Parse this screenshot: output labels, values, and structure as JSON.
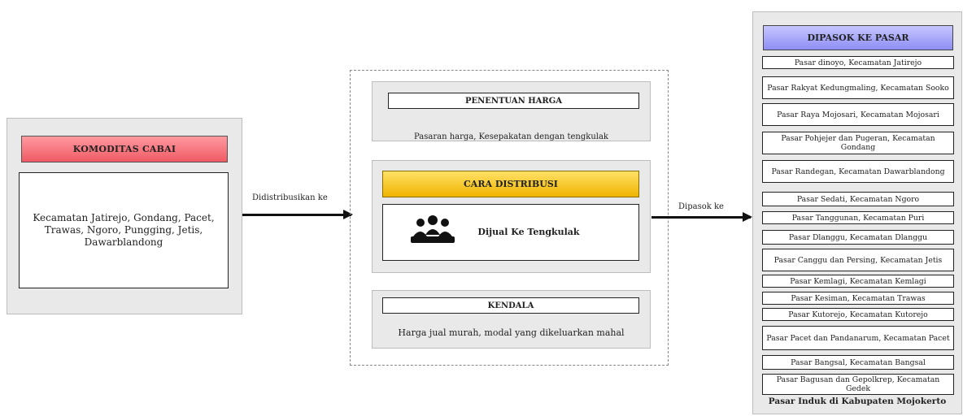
{
  "left": {
    "title": "KOMODITAS CABAI",
    "regions": "Kecamatan Jatirejo, Gondang, Pacet, Trawas, Ngoro, Pungging, Jetis, Dawarblandong"
  },
  "arrow_left_label": "Didistribusikan ke",
  "arrow_right_label": "Dipasok ke",
  "center": {
    "harga_title": "PENENTUAN HARGA",
    "harga_text": "Pasaran harga, Kesepakatan dengan tengkulak",
    "distribusi_title": "CARA DISTRIBUSI",
    "distribusi_text": "Dijual Ke Tengkulak",
    "distribusi_icon": "group-of-people-icon",
    "kendala_title": "KENDALA",
    "kendala_text": "Harga jual murah, modal yang dikeluarkan mahal"
  },
  "right": {
    "title": "DIPASOK KE PASAR",
    "markets": [
      "Pasar dinoyo, Kecamatan  Jatirejo",
      "Pasar Rakyat Kedungmaling, Kecamatan  Sooko",
      "Pasar Raya Mojosari, Kecamatan Mojosari",
      "Pasar Pohjejer  dan Pugeran, Kecamatan Gondang",
      "Pasar Randegan,  Kecamatan Dawarblandong",
      "Pasar Sedati, Kecamatan  Ngoro",
      "Pasar Tanggunan, Kecamatan Puri",
      "Pasar Dlanggu, Kecamatan  Dlanggu",
      "Pasar Canggu  dan Persing, Kecamatan Jetis",
      "Pasar Kemlagi, Kecamatan Kemlagi",
      "Pasar Kesiman, Kecamatan  Trawas",
      "Pasar Kutorejo, Kecamatan  Kutorejo",
      "Pasar Pacet dan Pandanarum, Kecamatan  Pacet",
      "Pasar Bangsal, Kecamatan  Bangsal",
      "Pasar Bagusan dan Gepolkrep, Kecamatan Gedek"
    ],
    "footer": "Pasar Induk di Kabupaten Mojokerto"
  },
  "colors": {
    "komoditas_header": "#f05a64",
    "distribusi_header": "#f0b400",
    "pasar_header": "#8e8ef5",
    "panel_bg": "#e9e9e9"
  }
}
